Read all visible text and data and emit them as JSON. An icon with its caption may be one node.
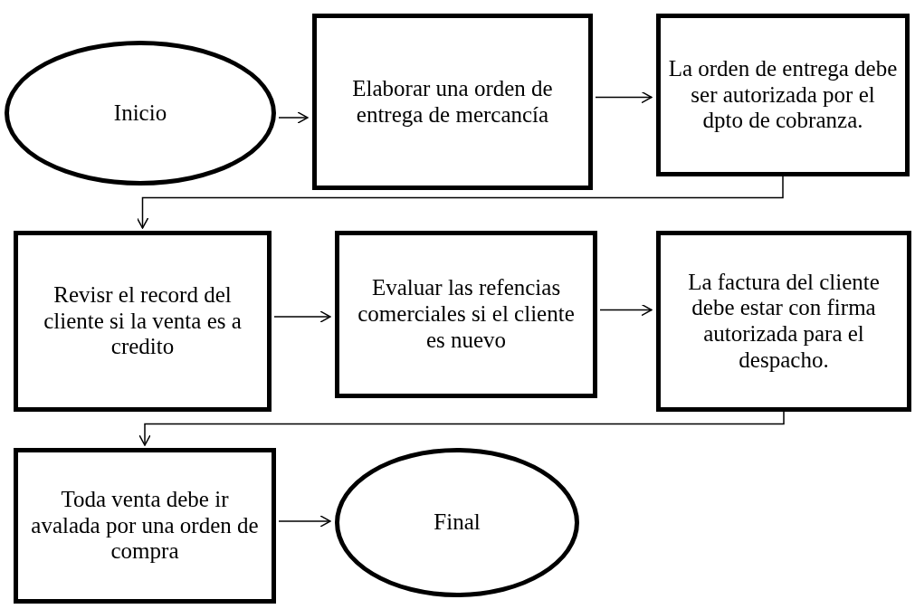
{
  "diagram": {
    "nodes": [
      {
        "text": [
          "Inicio"
        ]
      },
      {
        "text": [
          "Elaborar una orden de entrega de mercancía"
        ]
      },
      {
        "text": [
          "La orden de entrega debe ser autorizada por el dpto de cobranza."
        ]
      },
      {
        "text": [
          "Revisr el record del cliente si la venta es a credito"
        ]
      },
      {
        "text": [
          "Evaluar las refencias comerciales si el cliente es nuevo"
        ]
      },
      {
        "text": [
          "La factura del cliente debe estar con firma autorizada para el despacho."
        ]
      },
      {
        "text": [
          "Toda venta debe ir avalada por una orden de compra"
        ]
      },
      {
        "text": [
          "Final"
        ]
      }
    ],
    "edges": [
      {
        "from": 0,
        "to": 1,
        "arrow": "to"
      },
      {
        "from": 1,
        "to": 2,
        "arrow": "to"
      },
      {
        "from": 2,
        "to": 3,
        "arrow": "to"
      },
      {
        "from": 3,
        "to": 4,
        "arrow": "to"
      },
      {
        "from": 4,
        "to": 5,
        "arrow": "to"
      },
      {
        "from": 5,
        "to": 6,
        "arrow": "to"
      },
      {
        "from": 6,
        "to": 7,
        "arrow": "to"
      }
    ]
  }
}
